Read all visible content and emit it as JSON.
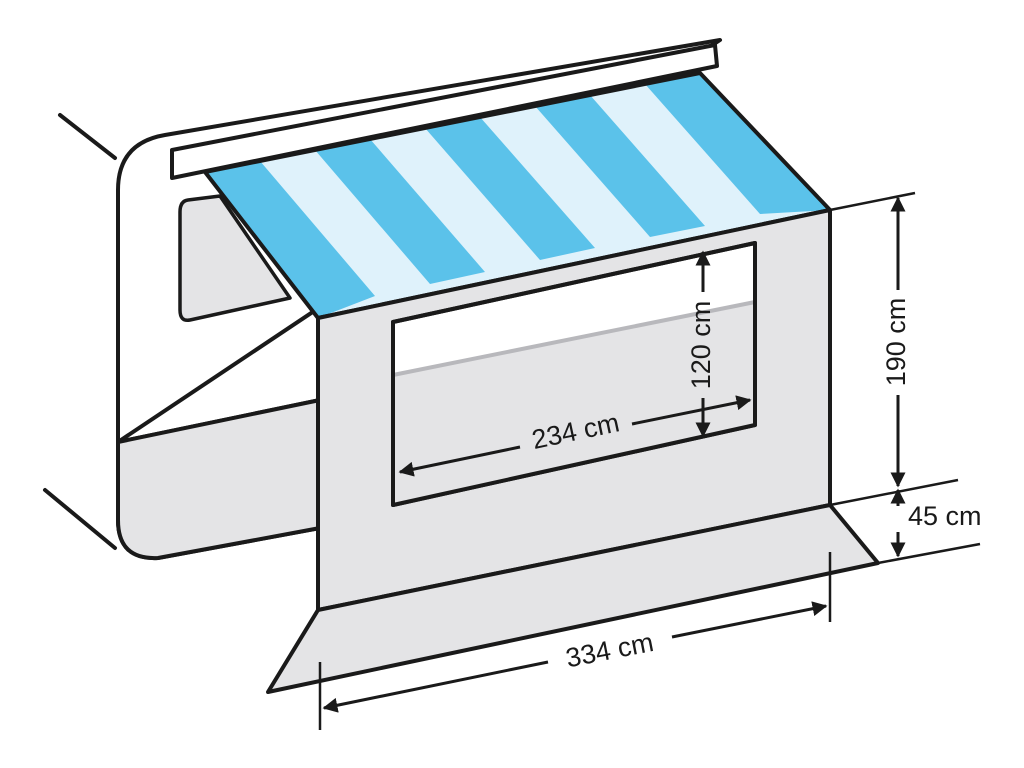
{
  "dimensions": {
    "window_height": "120 cm",
    "window_width": "234 cm",
    "wall_height": "190 cm",
    "skirt_height": "45 cm",
    "total_width": "334 cm"
  },
  "colors": {
    "stripe_dark": "#5bc2ea",
    "stripe_light": "#dff2fb",
    "panel_fill": "#e4e4e6",
    "outline": "#1a1a1a",
    "background": "#ffffff"
  }
}
